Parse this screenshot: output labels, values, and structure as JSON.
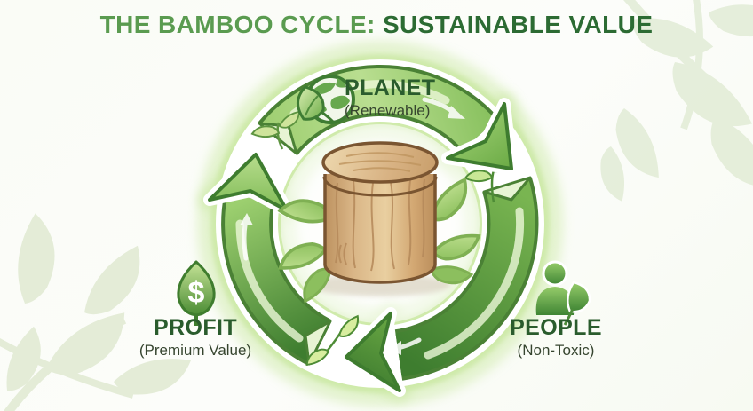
{
  "title": {
    "part1": "THE BAMBOO CYCLE: ",
    "part2": "SUSTAINABLE VALUE"
  },
  "cycle": {
    "type": "circular-flow",
    "direction": "clockwise",
    "order": [
      "PLANET",
      "PEOPLE",
      "PROFIT"
    ],
    "center_object": "bamboo wooden container with lid and leaves"
  },
  "nodes": {
    "planet": {
      "label": "PLANET",
      "sublabel": "(Renewable)",
      "icon": "globe-leaf-icon",
      "position": "top"
    },
    "people": {
      "label": "PEOPLE",
      "sublabel": "(Non-Toxic)",
      "icon": "person-leaf-icon",
      "position": "bottom-right"
    },
    "profit": {
      "label": "PROFIT",
      "sublabel": "(Premium Value)",
      "icon": "leaf-dollar-icon",
      "position": "bottom-left"
    }
  },
  "icons": {
    "planet": "globe-leaf-icon",
    "people": "person-leaf-icon",
    "profit": "leaf-dollar-icon",
    "profit_glyph": "$"
  },
  "colors": {
    "title_light_green": "#5a9b50",
    "title_dark_green": "#2c6b33",
    "label_green": "#2a5c2d",
    "sublabel_gray_green": "#36452f",
    "arrow_light": "#a8d47a",
    "arrow_dark": "#3e7d2f",
    "arrow_outline": "#4a8135",
    "glow": "#cce9a6",
    "wood_light": "#e9cfa0",
    "wood_dark": "#bb8e5c",
    "wood_outline": "#7a5531",
    "watermark_leaf": "#e2ecd6",
    "background": "#fbfdf8"
  }
}
